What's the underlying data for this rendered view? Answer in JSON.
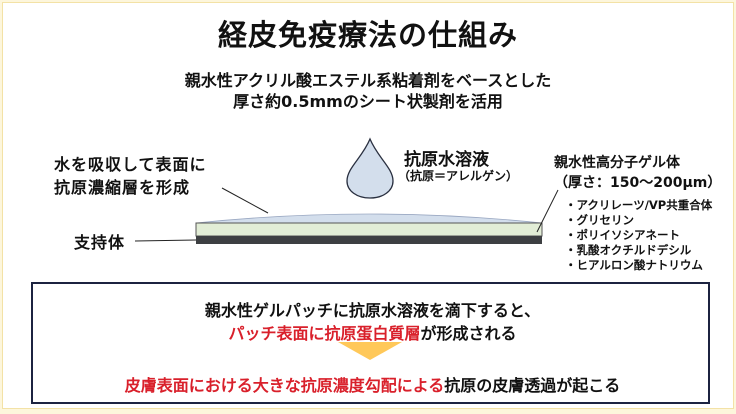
{
  "title": "経皮免疫療法の仕組み",
  "subtitle": {
    "line1": "親水性アクリル酸エステル系粘着剤をベースとした",
    "line2": "厚さ約0.5mmのシート状製剤を活用"
  },
  "diagram": {
    "left_label": {
      "line1": "水を吸収して表面に",
      "line2": "抗原濃縮層を形成"
    },
    "support_label": "支持体",
    "solution_label": "抗原水溶液",
    "solution_sub": "（抗原＝アレルゲン）",
    "gel_label": {
      "line1": "親水性高分子ゲル体",
      "line2": "（厚さ：150〜200μm）"
    },
    "gel_components": [
      "アクリレーツ/VP共重合体",
      "グリセリン",
      "ポリイソシアネート",
      "乳酸オクチルドデシル",
      "ヒアルロン酸ナトリウム"
    ],
    "colors": {
      "droplet": "#d3deec",
      "antigen_layer": "#d3deec",
      "gel_layer": "#e2edd6",
      "backing": "#3d3f42",
      "outline": "#2a3040"
    }
  },
  "summary_box": {
    "line1": "親水性ゲルパッチに抗原水溶液を滴下すると、",
    "line2_red": "パッチ表面に抗原蛋白質層",
    "line2_black": "が形成される",
    "line3_red": "皮膚表面における大きな抗原濃度勾配による",
    "line3_black": "抗原の皮膚透過が起こる",
    "colors": {
      "border": "#1c2340",
      "highlight": "#d9202b",
      "arrow": "#ffc859"
    }
  },
  "frame_color": "#fdf6dc"
}
